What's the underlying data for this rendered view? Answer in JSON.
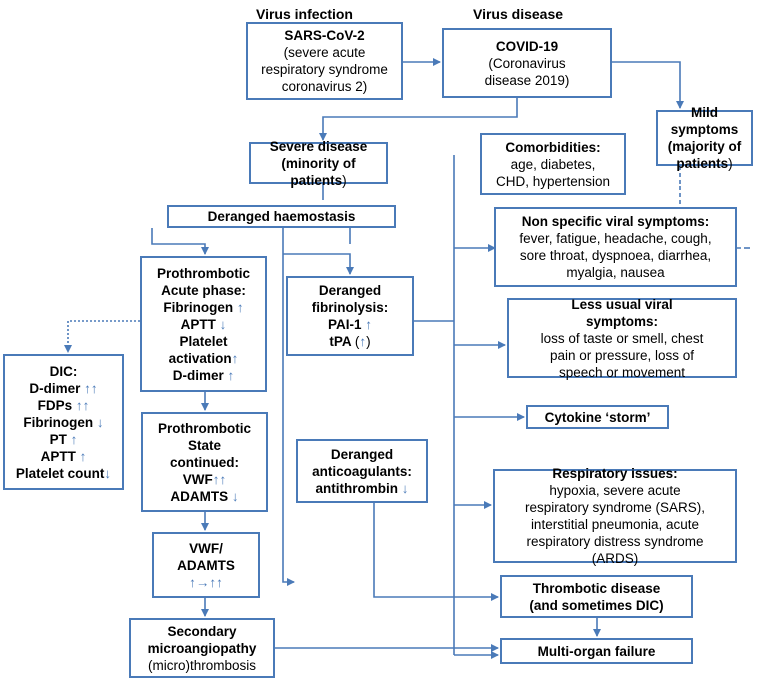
{
  "headers": {
    "infection": "Virus infection",
    "disease": "Virus disease"
  },
  "sars": {
    "title": "SARS-CoV-2",
    "line1": "(severe acute",
    "line2": "respiratory syndrome",
    "line3": "coronavirus 2)"
  },
  "covid": {
    "title": "COVID-19",
    "line1": "(Coronavirus",
    "line2": "disease 2019)"
  },
  "mild": {
    "line1": "Mild",
    "line2": "symptoms",
    "line3": "(majority of",
    "line4": "patients"
  },
  "severe": {
    "line1": "Severe disease",
    "line2": "(minority of patients"
  },
  "comorb": {
    "title": "Comorbidities:",
    "line1": "age, diabetes,",
    "line2": "CHD, hypertension"
  },
  "deranged_haemostasis": "Deranged haemostasis",
  "nonspecific": {
    "title": "Non specific viral symptoms:",
    "line1": "fever, fatigue, headache, cough,",
    "line2": "sore throat, dyspnoea, diarrhea,",
    "line3": "myalgia, nausea"
  },
  "proacute": {
    "line1": "Prothrombotic",
    "line2": "Acute phase:",
    "item1": "Fibrinogen",
    "item2": "APTT",
    "item3": "Platelet",
    "item4": "activation",
    "item5": "D-dimer"
  },
  "fibrinolysis": {
    "line1": "Deranged",
    "line2": "fibrinolysis:",
    "item1": "PAI-1",
    "item2": "tPA"
  },
  "lessusual": {
    "title1": "Less usual viral",
    "title2": "symptoms:",
    "line1": "loss of taste or smell, chest",
    "line2": "pain or pressure, loss of",
    "line3": "speech or movement"
  },
  "dic": {
    "title": "DIC:",
    "item1": "D-dimer",
    "item2": "FDPs",
    "item3": "Fibrinogen",
    "item4": "PT",
    "item5": "APTT",
    "item6": "Platelet count"
  },
  "cytokine": "Cytokine ‘storm’",
  "prostate": {
    "line1": "Prothrombotic",
    "line2": "State",
    "line3": "continued:",
    "item1": "VWF",
    "item2": "ADAMTS"
  },
  "anticoag": {
    "line1": "Deranged",
    "line2": "anticoagulants:",
    "item1": "antithrombin"
  },
  "respiratory": {
    "title": "Respiratory issues:",
    "line1": "hypoxia, severe acute",
    "line2": "respiratory syndrome (SARS),",
    "line3": "interstitial pneumonia, acute",
    "line4": "respiratory distress syndrome",
    "line5": "(ARDS)"
  },
  "vwf": {
    "line1": "VWF/",
    "line2": "ADAMTS"
  },
  "thrombotic": {
    "line1": "Thrombotic disease",
    "line2": "(and sometimes DIC)"
  },
  "secondary": {
    "line1": "Secondary",
    "line2": "microangiopathy",
    "line3": "(micro)thrombosis"
  },
  "multiorgan": "Multi-organ failure",
  "colors": {
    "line": "#4a7ab8",
    "text": "#000000"
  }
}
